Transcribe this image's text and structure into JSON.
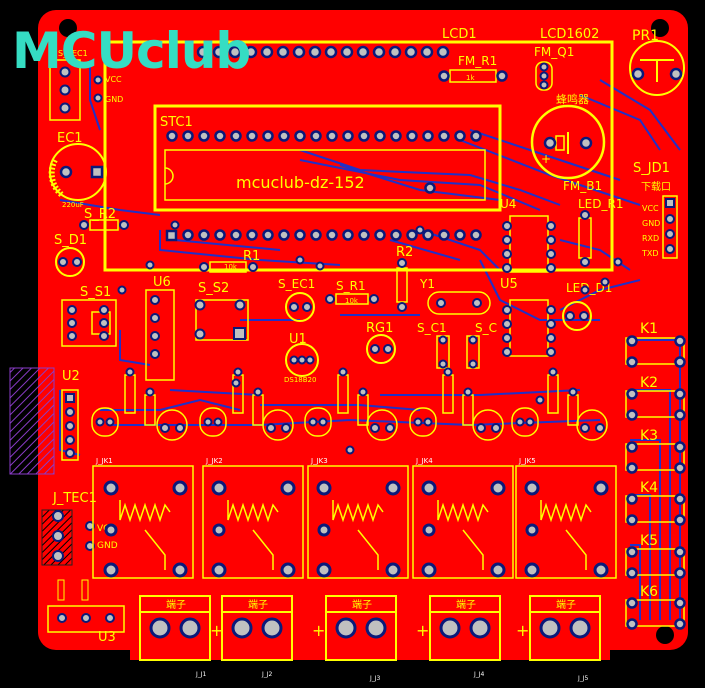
{
  "logo_text": "MCUclub",
  "board_text": "mcuclub-dz-152",
  "labels": {
    "lcd1": "LCD1",
    "lcd1602": "LCD1602",
    "pr1": "PR1",
    "fm_r1": "FM_R1",
    "fm_q1": "FM_Q1",
    "buzzer": "蜂鸣器",
    "stc1": "STC1",
    "fm_b1": "FM_B1",
    "s_jd1": "S_JD1",
    "download": "下载口",
    "led_r1": "LED_R1",
    "u4": "U4",
    "ec1": "EC1",
    "s_r2": "S_R2",
    "s_d1": "S_D1",
    "r1": "R1",
    "r2": "R2",
    "y1": "Y1",
    "u5": "U5",
    "led_d1": "LED_D1",
    "s_s1": "S_S1",
    "u6": "U6",
    "s_s2": "S_S2",
    "s_ec1": "S_EC1",
    "s_r1": "S_R1",
    "rg1": "RG1",
    "s_c1": "S_C1",
    "s_c2": "S_C",
    "u1": "U1",
    "u2": "U2",
    "j_tec1": "J_TEC1",
    "u3": "U3",
    "k1": "K1",
    "k2": "K2",
    "k3": "K3",
    "k4": "K4",
    "k5": "K5",
    "k6": "K6",
    "vcc": "VCC",
    "gnd": "GND",
    "rxd": "RXD",
    "txd": "TXD",
    "ds18b20": "DS18B20",
    "terminal": "端子",
    "j_jk": [
      "J_JK1",
      "J_JK2",
      "J_JK3",
      "J_JK4",
      "J_JK5"
    ],
    "j_j": [
      "J_J1",
      "J_J2",
      "J_J3",
      "J_J4",
      "J_J5"
    ],
    "s_tec1": "S_TEC1",
    "s_vcc": "VCC",
    "s_gnd": "GND",
    "j_vcc": "VCC",
    "j_gnd": "GND",
    "ec1_val": "220uF",
    "r1_val": "10k",
    "s_r1_val": "10k",
    "fm_r1_val": "1k",
    "plus": "+"
  },
  "colors": {
    "board": "#ff0000",
    "trace_bottom": "#2020d0",
    "silk": "#ffff00",
    "pad": "#c0c0c0",
    "hole": "#0a1a7a",
    "logo": "#35ddc3",
    "shield": "#8a3cc8"
  }
}
